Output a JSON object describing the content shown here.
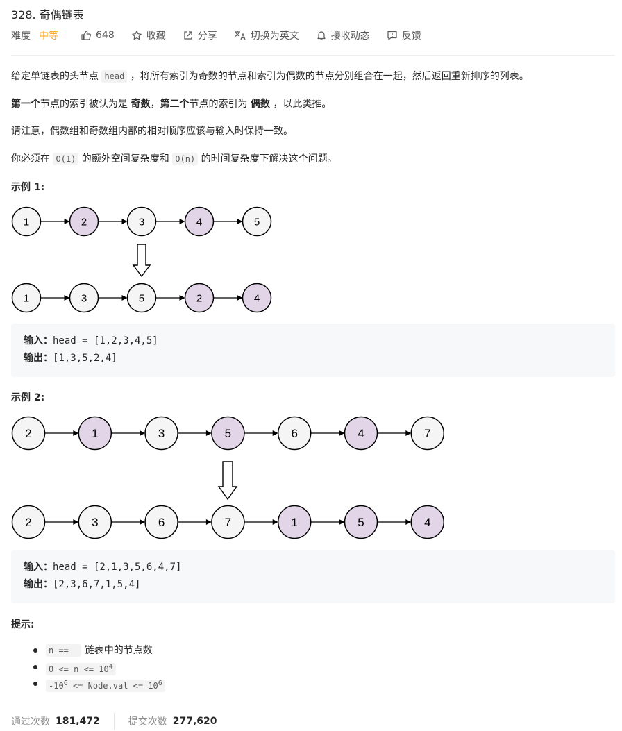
{
  "problem": {
    "title": "328. 奇偶链表",
    "difficulty_label": "难度",
    "difficulty": "中等",
    "likes": "648",
    "favorite": "收藏",
    "share": "分享",
    "switch_lang": "切换为英文",
    "notify": "接收动态",
    "feedback": "反馈"
  },
  "description": {
    "p1_a": "给定单链表的头节点 ",
    "p1_code": "head",
    "p1_b": " ，将所有索引为奇数的节点和索引为偶数的节点分别组合在一起，然后返回重新排序的列表。",
    "p2_a": "第一个",
    "p2_b": "节点的索引被认为是 ",
    "p2_c": "奇数",
    "p2_d": "，",
    "p2_e": "第二个",
    "p2_f": "节点的索引为 ",
    "p2_g": "偶数",
    "p2_h": " ，以此类推。",
    "p3": "请注意，偶数组和奇数组内部的相对顺序应该与输入时保持一致。",
    "p4_a": "你必须在 ",
    "p4_code1": "O(1)",
    "p4_b": " 的额外空间复杂度和 ",
    "p4_code2": "O(n)",
    "p4_c": " 的时间复杂度下解决这个问题。"
  },
  "example1": {
    "heading": "示例 1:",
    "before": [
      {
        "label": "1",
        "purple": false
      },
      {
        "label": "2",
        "purple": true
      },
      {
        "label": "3",
        "purple": false
      },
      {
        "label": "4",
        "purple": true
      },
      {
        "label": "5",
        "purple": false
      }
    ],
    "after": [
      {
        "label": "1",
        "purple": false
      },
      {
        "label": "3",
        "purple": false
      },
      {
        "label": "5",
        "purple": false
      },
      {
        "label": "2",
        "purple": true
      },
      {
        "label": "4",
        "purple": true
      }
    ],
    "input_label": "输入：",
    "input_value": "head = [1,2,3,4,5]",
    "output_label": "输出：",
    "output_value": "[1,3,5,2,4]"
  },
  "example2": {
    "heading": "示例 2:",
    "before": [
      {
        "label": "2",
        "purple": false
      },
      {
        "label": "1",
        "purple": true
      },
      {
        "label": "3",
        "purple": false
      },
      {
        "label": "5",
        "purple": true
      },
      {
        "label": "6",
        "purple": false
      },
      {
        "label": "4",
        "purple": true
      },
      {
        "label": "7",
        "purple": false
      }
    ],
    "after": [
      {
        "label": "2",
        "purple": false
      },
      {
        "label": "3",
        "purple": false
      },
      {
        "label": "6",
        "purple": false
      },
      {
        "label": "7",
        "purple": false
      },
      {
        "label": "1",
        "purple": true
      },
      {
        "label": "5",
        "purple": true
      },
      {
        "label": "4",
        "purple": true
      }
    ],
    "input_label": "输入：",
    "input_value": "head = [2,1,3,5,6,4,7]",
    "output_label": "输出：",
    "output_value": "[2,3,6,7,1,5,4]"
  },
  "hints": {
    "heading": "提示:",
    "h1_code": "n ==  ",
    "h1_text": " 链表中的节点数",
    "h2_code": "0 <= n <= 10",
    "h2_sup": "4",
    "h3_code_a": "-10",
    "h3_sup_a": "6",
    "h3_code_b": " <= Node.val <= 10",
    "h3_sup_b": "6"
  },
  "stats": {
    "accepted_label": "通过次数",
    "accepted": "181,472",
    "submissions_label": "提交次数",
    "submissions": "277,620"
  },
  "colors": {
    "accent_medium": "#ffa116",
    "node_purple": "#e1d5e7",
    "node_gray": "#f5f5f5"
  }
}
